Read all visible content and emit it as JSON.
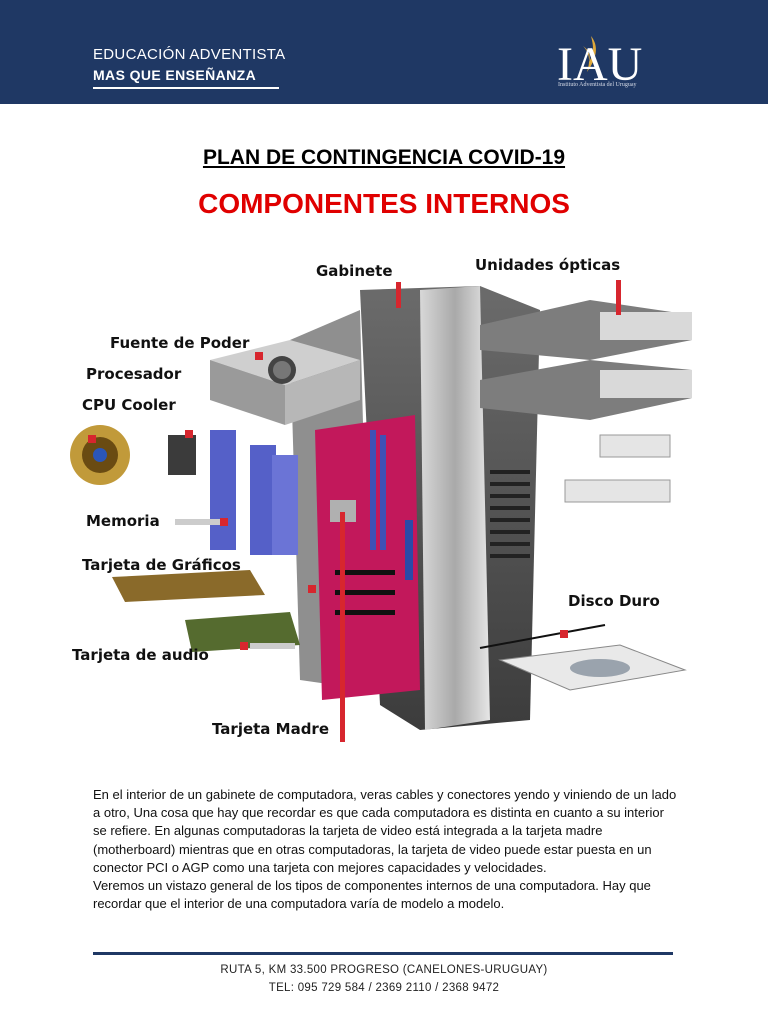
{
  "header": {
    "org_line1": "EDUCACIÓN ADVENTISTA",
    "org_line2": "MAS QUE ENSEÑANZA",
    "logo_text": "IAU",
    "logo_subtitle": "Instituto Adventista del Uruguay",
    "background_color": "#1f3864"
  },
  "title": "PLAN DE CONTINGENCIA COVID-19",
  "subtitle": "COMPONENTES INTERNOS",
  "subtitle_color": "#e00000",
  "diagram": {
    "labels": {
      "gabinete": "Gabinete",
      "unidades_opticas": "Unidades ópticas",
      "fuente_de_poder": "Fuente de Poder",
      "procesador": "Procesador",
      "cpu_cooler": "CPU Cooler",
      "memoria": "Memoria",
      "tarjeta_graficos": "Tarjeta de Gráficos",
      "disco_duro": "Disco Duro",
      "tarjeta_audio": "Tarjeta de audio",
      "tarjeta_madre": "Tarjeta Madre"
    },
    "pointer_color": "#d7262e"
  },
  "body": {
    "paragraph1": "En el interior de un gabinete de computadora, veras cables y conectores yendo y viniendo de un lado a otro, Una cosa que hay que recordar es que cada computadora es distinta en cuanto a su interior se refiere. En algunas computadoras la tarjeta de video está integrada a la tarjeta madre (motherboard) mientras que en otras computadoras, la tarjeta de video puede estar puesta en un conector PCI o AGP como una tarjeta con mejores capacidades y velocidades.",
    "paragraph2": "Veremos un vistazo general de los tipos de componentes internos de una computadora. Hay que recordar que el interior de una computadora varía de modelo a modelo."
  },
  "footer": {
    "address": "RUTA 5, KM 33.500 PROGRESO (CANELONES-URUGUAY)",
    "phones": "TEL: 095 729 584 / 2369 2110 / 2368 9472"
  }
}
